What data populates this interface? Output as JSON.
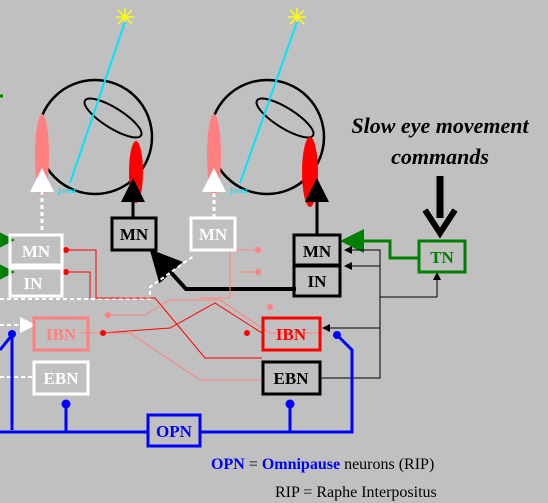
{
  "labels": {
    "mn_left_pink": "MN",
    "in_left_pink": "IN",
    "mn_left_black": "MN",
    "mn_right_white": "MN",
    "mn_right_black": "MN",
    "in_right_black": "IN",
    "tn": "TN",
    "ibn_left": "IBN",
    "ibn_right": "IBN",
    "ebn_left": "EBN",
    "ebn_right": "EBN",
    "opn": "OPN",
    "fovea_left": "fovea",
    "fovea_right": "fovea"
  },
  "heading": {
    "line1": "Slow eye movement",
    "line2": "commands"
  },
  "legend": {
    "opn_abbr": "OPN",
    "equals": " = ",
    "opn_bold": "Omnipause",
    "opn_rest": " neurons (RIP)",
    "rip_line": "RIP = Raphe Interpositus"
  },
  "colors": {
    "background": "#c0c0c0",
    "red": "#ff0000",
    "pink": "#ff8080",
    "blue": "#0000ff",
    "green": "#008000",
    "cyan": "#00e5ff",
    "sun": "#ffff00"
  }
}
